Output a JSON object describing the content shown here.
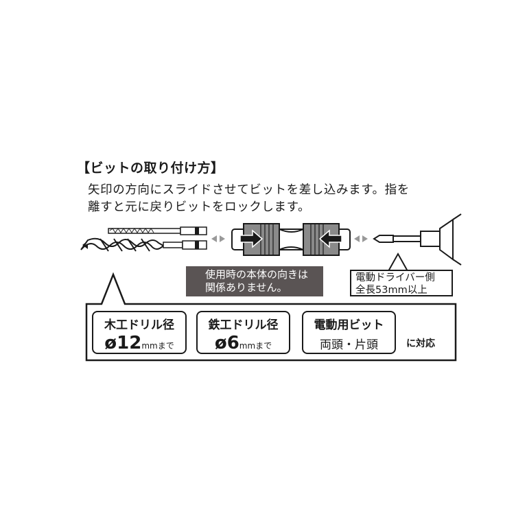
{
  "title": "【ビットの取り付け方】",
  "description": [
    "矢印の方向にスライドさせてビットを差し込みます。指を",
    "離すと元に戻りビットをロックします。"
  ],
  "orientation_note": [
    "使用時の本体の向きは",
    "関係ありません。"
  ],
  "driver_requirement": [
    "電動ドライバー側",
    "全長53mm以上"
  ],
  "specs": [
    {
      "heading": "木工ドリル径",
      "symbol": "ø",
      "value": "12",
      "unit": "mm",
      "suffix": "まで"
    },
    {
      "heading": "鉄工ドリル径",
      "symbol": "ø",
      "value": "6",
      "unit": "mm",
      "suffix": "まで"
    },
    {
      "heading": "電動用ビット",
      "detail": "両頭・片頭"
    }
  ],
  "compatibility_label": "に対応"
}
